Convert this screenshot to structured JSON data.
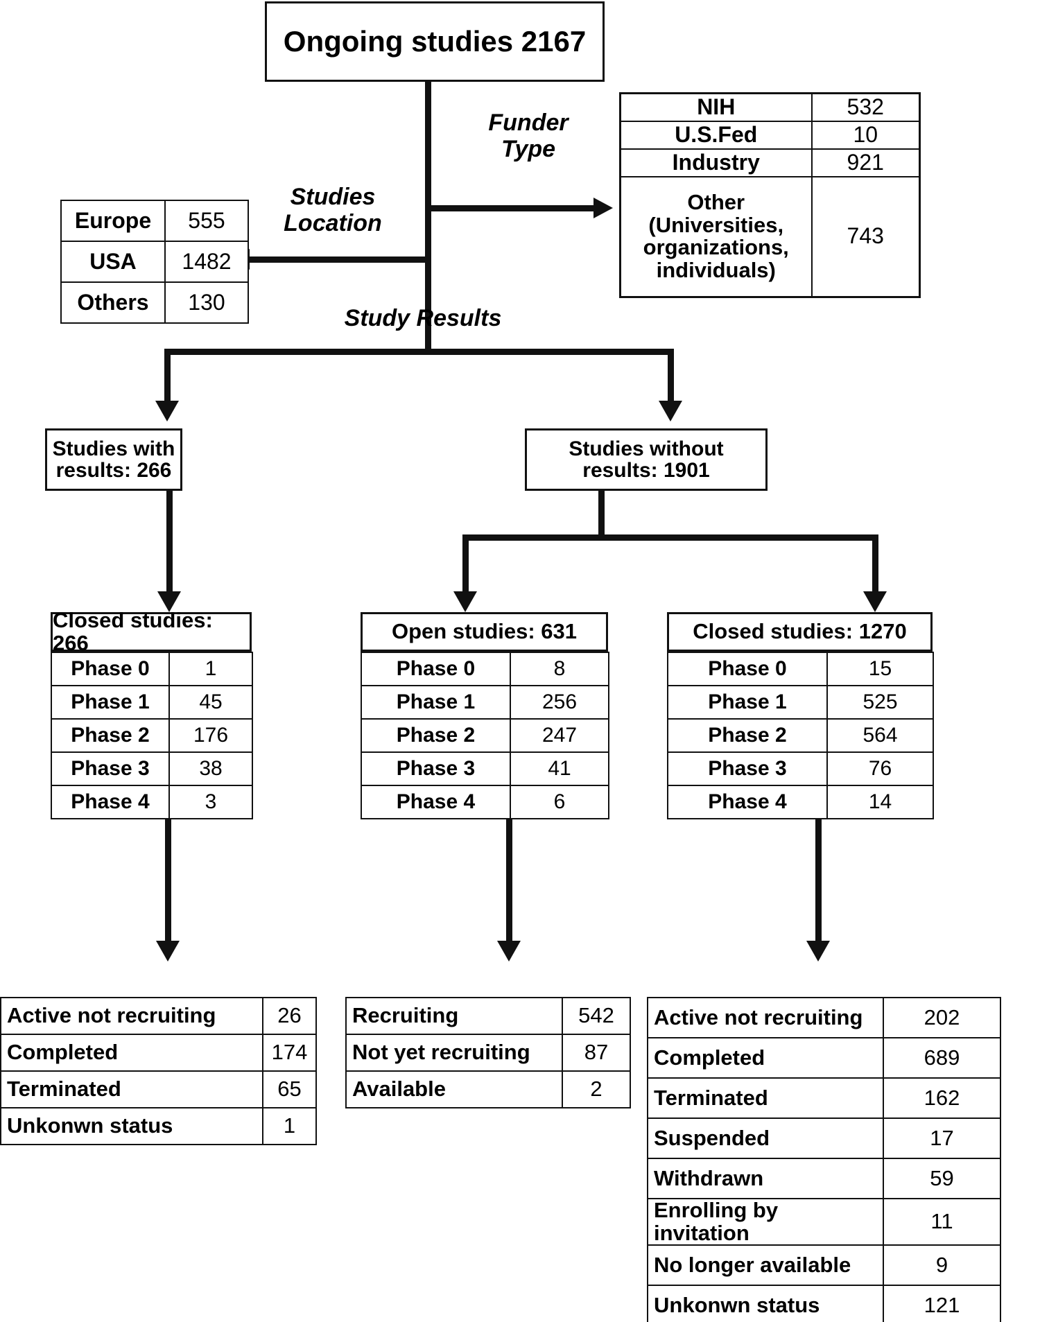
{
  "root": {
    "label": "Ongoing studies 2167"
  },
  "branch_labels": {
    "funder_type": "Funder\nType",
    "studies_location": "Studies\nLocation",
    "study_results": "Study Results"
  },
  "funder_table": {
    "rows": [
      {
        "label": "NIH",
        "value": "532"
      },
      {
        "label": "U.S.Fed",
        "value": "10"
      },
      {
        "label": "Industry",
        "value": "921"
      },
      {
        "label": "Other (Universities, organizations, individuals)",
        "value": "743"
      }
    ]
  },
  "location_table": {
    "rows": [
      {
        "label": "Europe",
        "value": "555"
      },
      {
        "label": "USA",
        "value": "1482"
      },
      {
        "label": "Others",
        "value": "130"
      }
    ]
  },
  "results": {
    "with_results": "Studies with results: 266",
    "without_results": "Studies without results: 1901"
  },
  "phase_groups": [
    {
      "header": "Closed studies: 266",
      "rows": [
        {
          "label": "Phase 0",
          "value": "1"
        },
        {
          "label": "Phase 1",
          "value": "45"
        },
        {
          "label": "Phase 2",
          "value": "176"
        },
        {
          "label": "Phase 3",
          "value": "38"
        },
        {
          "label": "Phase 4",
          "value": "3"
        }
      ]
    },
    {
      "header": "Open studies: 631",
      "rows": [
        {
          "label": "Phase 0",
          "value": "8"
        },
        {
          "label": "Phase 1",
          "value": "256"
        },
        {
          "label": "Phase 2",
          "value": "247"
        },
        {
          "label": "Phase 3",
          "value": "41"
        },
        {
          "label": "Phase 4",
          "value": "6"
        }
      ]
    },
    {
      "header": "Closed studies:  1270",
      "rows": [
        {
          "label": "Phase 0",
          "value": "15"
        },
        {
          "label": "Phase 1",
          "value": "525"
        },
        {
          "label": "Phase 2",
          "value": "564"
        },
        {
          "label": "Phase 3",
          "value": "76"
        },
        {
          "label": "Phase 4",
          "value": "14"
        }
      ]
    }
  ],
  "status_groups": [
    {
      "rows": [
        {
          "label": "Active not recruiting",
          "value": "26"
        },
        {
          "label": "Completed",
          "value": "174"
        },
        {
          "label": "Terminated",
          "value": "65"
        },
        {
          "label": "Unkonwn status",
          "value": "1"
        }
      ]
    },
    {
      "rows": [
        {
          "label": "Recruiting",
          "value": "542"
        },
        {
          "label": "Not yet recruiting",
          "value": "87"
        },
        {
          "label": "Available",
          "value": "2"
        }
      ]
    },
    {
      "rows": [
        {
          "label": "Active not recruiting",
          "value": "202"
        },
        {
          "label": "Completed",
          "value": "689"
        },
        {
          "label": "Terminated",
          "value": "162"
        },
        {
          "label": "Suspended",
          "value": "17"
        },
        {
          "label": "Withdrawn",
          "value": "59"
        },
        {
          "label": "Enrolling by invitation",
          "value": "11"
        },
        {
          "label": "No longer available",
          "value": "9"
        },
        {
          "label": "Unkonwn status",
          "value": "121"
        }
      ]
    }
  ],
  "colors": {
    "ink": "#111111",
    "paper": "#ffffff"
  }
}
